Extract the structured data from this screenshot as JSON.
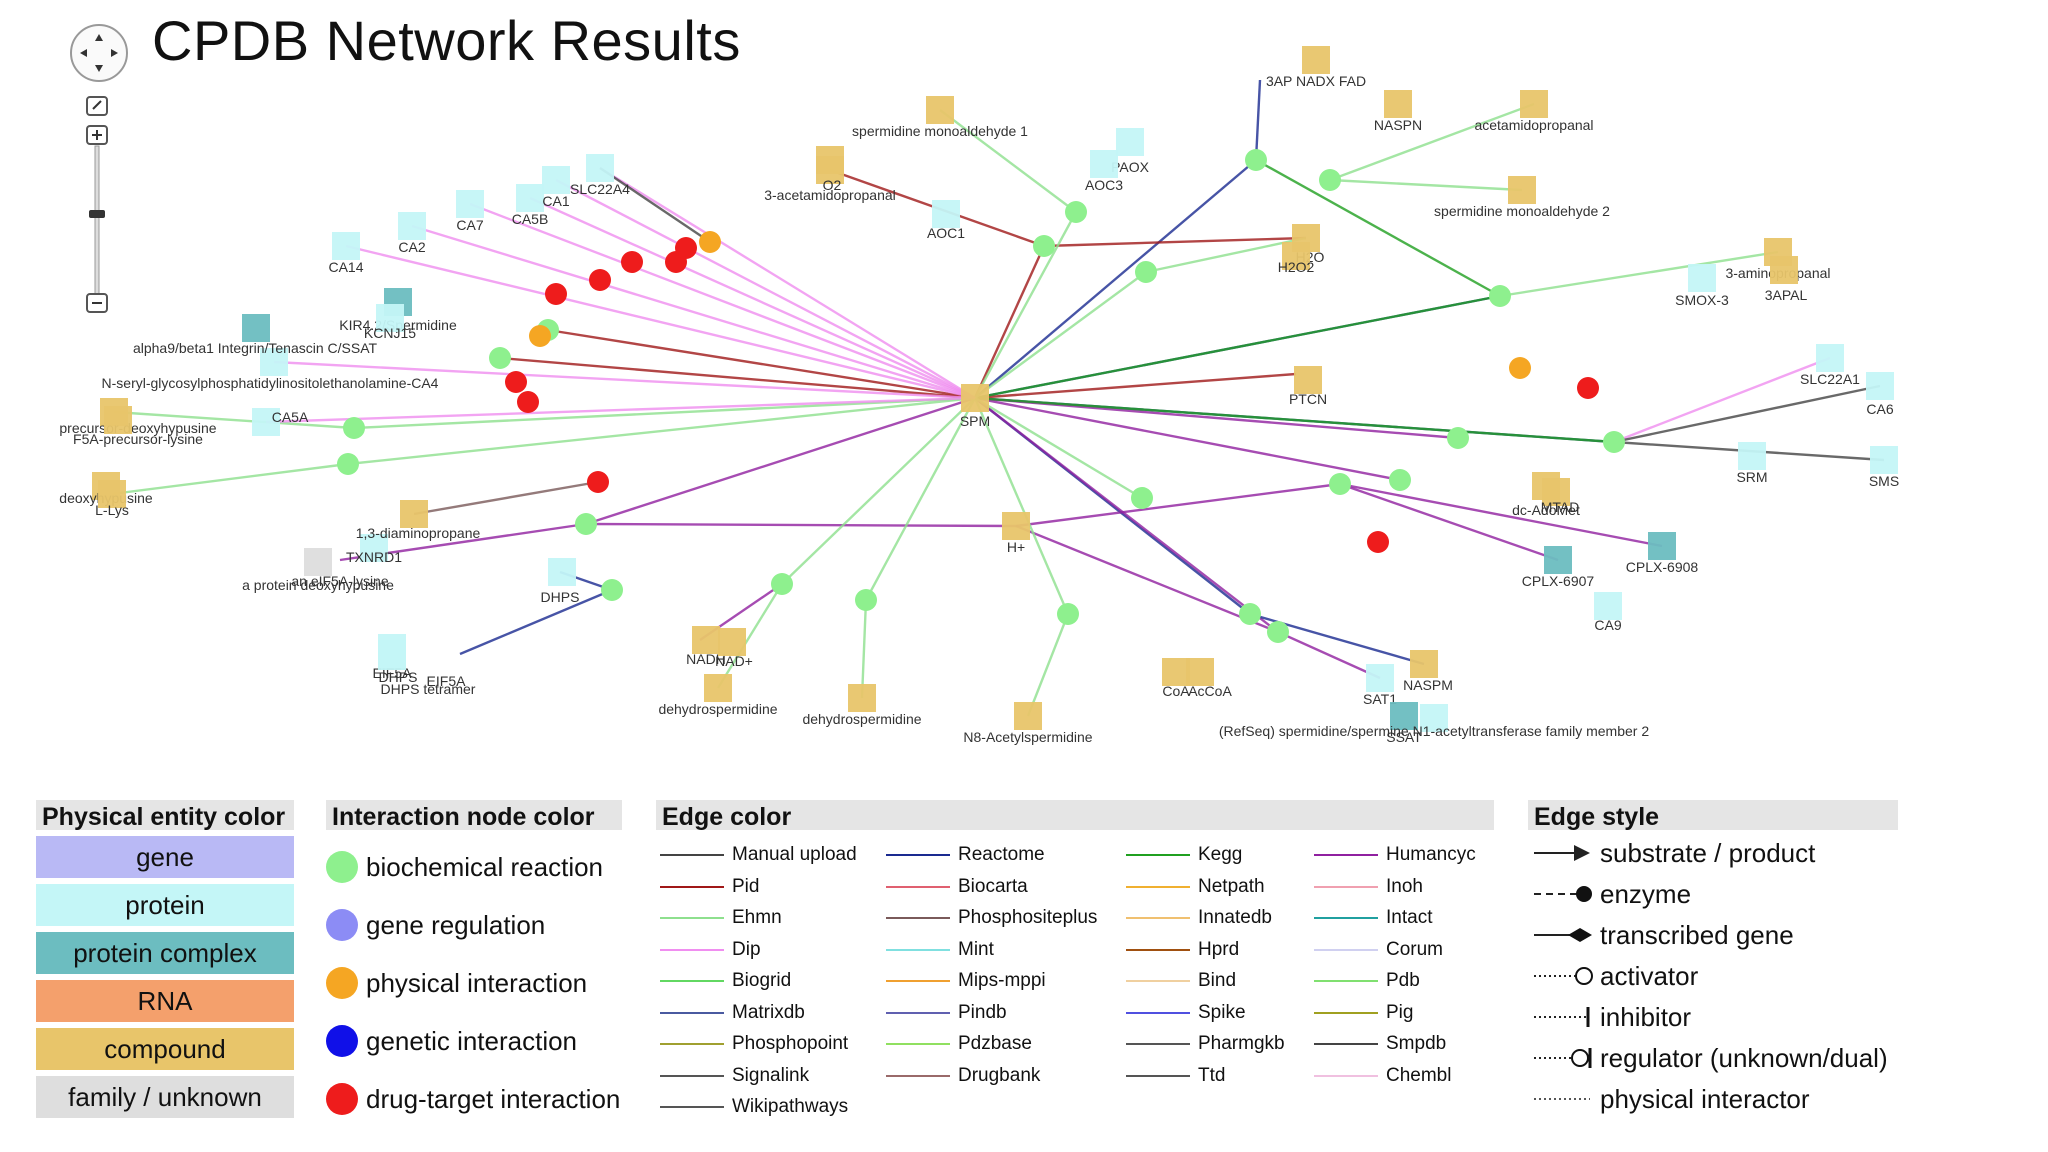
{
  "title": "CPDB Network Results",
  "controls": {
    "pan": "pan-control",
    "zoom_in": "+",
    "zoom_out": "-"
  },
  "nodes": [
    {
      "id": "spm",
      "label": "SPM",
      "type": "compound"
    },
    {
      "id": "hplus",
      "label": "H+",
      "type": "compound"
    },
    {
      "id": "naspn",
      "label": "NASPN",
      "type": "compound"
    },
    {
      "id": "acetamidopropanal",
      "label": "acetamidopropanal",
      "type": "compound"
    },
    {
      "id": "spd_mono1",
      "label": "spermidine monoaldehyde 1",
      "type": "compound"
    },
    {
      "id": "spd_mono2",
      "label": "spermidine monoaldehyde 2",
      "type": "compound"
    },
    {
      "id": "acetamidopropanal3",
      "label": "3-acetamidopropanal",
      "type": "compound"
    },
    {
      "id": "o2",
      "label": "O2",
      "type": "compound"
    },
    {
      "id": "paox",
      "label": "PAOX",
      "type": "protein"
    },
    {
      "id": "aoc3",
      "label": "AOC3",
      "type": "protein"
    },
    {
      "id": "aoc1",
      "label": "AOC1",
      "type": "protein"
    },
    {
      "id": "h2o",
      "label": "H2O",
      "type": "compound"
    },
    {
      "id": "h2o2",
      "label": "H2O2",
      "type": "compound"
    },
    {
      "id": "aminopropanal",
      "label": "3-aminopropanal",
      "type": "compound"
    },
    {
      "id": "smox3",
      "label": "SMOX-3",
      "type": "protein"
    },
    {
      "id": "apal3",
      "label": "3APAL",
      "type": "compound"
    },
    {
      "id": "ptcn",
      "label": "PTCN",
      "type": "compound"
    },
    {
      "id": "slc22a1",
      "label": "SLC22A1",
      "type": "protein"
    },
    {
      "id": "ca6",
      "label": "CA6",
      "type": "protein"
    },
    {
      "id": "srm",
      "label": "SRM",
      "type": "protein"
    },
    {
      "id": "sms",
      "label": "SMS",
      "type": "protein"
    },
    {
      "id": "dcadomet",
      "label": "dc-AdoMet",
      "type": "compound"
    },
    {
      "id": "mtad",
      "label": "MTAD",
      "type": "compound"
    },
    {
      "id": "cplx6907",
      "label": "CPLX-6907",
      "type": "protein complex"
    },
    {
      "id": "cplx6908",
      "label": "CPLX-6908",
      "type": "protein complex"
    },
    {
      "id": "ca9",
      "label": "CA9",
      "type": "protein"
    },
    {
      "id": "naspm",
      "label": "NASPM",
      "type": "compound"
    },
    {
      "id": "sat1",
      "label": "SAT1",
      "type": "protein"
    },
    {
      "id": "ssat",
      "label": "SSAT",
      "type": "protein complex"
    },
    {
      "id": "refseq",
      "label": "(RefSeq) spermidine/spermine N1-acetyltransferase family member 2",
      "type": "protein"
    },
    {
      "id": "coa",
      "label": "CoA",
      "type": "compound"
    },
    {
      "id": "acoa",
      "label": "AcCoA",
      "type": "compound"
    },
    {
      "id": "n8acetyl",
      "label": "N8-Acetylspermidine",
      "type": "compound"
    },
    {
      "id": "dehydro1",
      "label": "dehydrospermidine",
      "type": "compound"
    },
    {
      "id": "dehydro2",
      "label": "dehydrospermidine",
      "type": "compound"
    },
    {
      "id": "nadh",
      "label": "NADH",
      "type": "compound"
    },
    {
      "id": "nadplus",
      "label": "NAD+",
      "type": "compound"
    },
    {
      "id": "dhps_tetramer",
      "label": "DHPS tetramer",
      "type": "protein complex"
    },
    {
      "id": "dhps",
      "label": "DHPS",
      "type": "protein"
    },
    {
      "id": "dhps2",
      "label": "DHPS",
      "type": "protein"
    },
    {
      "id": "eif5a",
      "label": "EIF5A",
      "type": "protein"
    },
    {
      "id": "eif5a2",
      "label": "EIF5A",
      "type": "protein"
    },
    {
      "id": "txnrd1",
      "label": "TXNRD1",
      "type": "protein"
    },
    {
      "id": "protein_deoxyhyp",
      "label": "a protein deoxyhypusine",
      "type": "family / unknown"
    },
    {
      "id": "an_eif5a",
      "label": "an eIF5A-lysine",
      "type": "family / unknown"
    },
    {
      "id": "dap13",
      "label": "1,3-diaminopropane",
      "type": "compound"
    },
    {
      "id": "deoxyhypusine",
      "label": "deoxyhypusine",
      "type": "compound"
    },
    {
      "id": "llys",
      "label": "L-Lys",
      "type": "compound"
    },
    {
      "id": "precursor_deoxy",
      "label": "precursor-deoxyhypusine",
      "type": "compound"
    },
    {
      "id": "f5a_precursor",
      "label": "F5A-precursor-lysine",
      "type": "compound"
    },
    {
      "id": "ca5a",
      "label": "CA5A",
      "type": "protein"
    },
    {
      "id": "nseryl",
      "label": "N-seryl-glycosylphosphatidylinositolethanolamine-CA4",
      "type": "protein"
    },
    {
      "id": "alpha9",
      "label": "alpha9/beta1 Integrin/Tenascin C/SSAT",
      "type": "protein complex"
    },
    {
      "id": "kir42",
      "label": "KIR4.2/Spermidine",
      "type": "protein complex"
    },
    {
      "id": "kcnj15",
      "label": "KCNJ15",
      "type": "protein"
    },
    {
      "id": "ca14",
      "label": "CA14",
      "type": "protein"
    },
    {
      "id": "ca2",
      "label": "CA2",
      "type": "protein"
    },
    {
      "id": "ca7",
      "label": "CA7",
      "type": "protein"
    },
    {
      "id": "ca5b",
      "label": "CA5B",
      "type": "protein"
    },
    {
      "id": "ca1",
      "label": "CA1",
      "type": "protein"
    },
    {
      "id": "slc22a4",
      "label": "SLC22A4",
      "type": "protein"
    },
    {
      "id": "nadx",
      "label": "3AP NADX FAD",
      "type": "compound"
    }
  ],
  "legend": {
    "physical_entity": {
      "title": "Physical entity color",
      "items": [
        {
          "label": "gene",
          "color": "#b9b9f5"
        },
        {
          "label": "protein",
          "color": "#c4f6f7"
        },
        {
          "label": "protein complex",
          "color": "#6cbdc0"
        },
        {
          "label": "RNA",
          "color": "#f4a06c"
        },
        {
          "label": "compound",
          "color": "#e8c56a"
        },
        {
          "label": "family / unknown",
          "color": "#dedede"
        }
      ]
    },
    "interaction_node": {
      "title": "Interaction node color",
      "items": [
        {
          "label": "biochemical reaction",
          "color": "#8ef08e"
        },
        {
          "label": "gene regulation",
          "color": "#8c8cf5"
        },
        {
          "label": "physical interaction",
          "color": "#f5a623"
        },
        {
          "label": "genetic interaction",
          "color": "#1010e8"
        },
        {
          "label": "drug-target interaction",
          "color": "#ee1c1c"
        }
      ]
    },
    "edge_color": {
      "title": "Edge color",
      "columns": [
        [
          {
            "label": "Manual upload",
            "color": "#444444"
          },
          {
            "label": "Pid",
            "color": "#a01818"
          },
          {
            "label": "Ehmn",
            "color": "#8ee08e"
          },
          {
            "label": "Dip",
            "color": "#f08ef0"
          },
          {
            "label": "Biogrid",
            "color": "#62d862"
          },
          {
            "label": "Matrixdb",
            "color": "#4a5aa0"
          },
          {
            "label": "Phosphopoint",
            "color": "#a0a030"
          },
          {
            "label": "Signalink",
            "color": "#555555"
          },
          {
            "label": "Wikipathways",
            "color": "#555555"
          }
        ],
        [
          {
            "label": "Reactome",
            "color": "#1a2a90"
          },
          {
            "label": "Biocarta",
            "color": "#e06070"
          },
          {
            "label": "Phosphositeplus",
            "color": "#7a5a5a"
          },
          {
            "label": "Mint",
            "color": "#80e0e0"
          },
          {
            "label": "Mips-mppi",
            "color": "#f0a030"
          },
          {
            "label": "Pindb",
            "color": "#6060b0"
          },
          {
            "label": "Pdzbase",
            "color": "#90e060"
          },
          {
            "label": "Drugbank",
            "color": "#9a6a6a"
          }
        ],
        [
          {
            "label": "Kegg",
            "color": "#20a020"
          },
          {
            "label": "Netpath",
            "color": "#f0b030"
          },
          {
            "label": "Innatedb",
            "color": "#f0c070"
          },
          {
            "label": "Hprd",
            "color": "#a05010"
          },
          {
            "label": "Bind",
            "color": "#f0d0a0"
          },
          {
            "label": "Spike",
            "color": "#5050e0"
          },
          {
            "label": "Pharmgkb",
            "color": "#555555"
          },
          {
            "label": "Ttd",
            "color": "#555555"
          }
        ],
        [
          {
            "label": "Humancyc",
            "color": "#9020a0"
          },
          {
            "label": "Inoh",
            "color": "#f0a0b0"
          },
          {
            "label": "Intact",
            "color": "#20a0a0"
          },
          {
            "label": "Corum",
            "color": "#d0d0f0"
          },
          {
            "label": "Pdb",
            "color": "#80e070"
          },
          {
            "label": "Pig",
            "color": "#a0a020"
          },
          {
            "label": "Smpdb",
            "color": "#444444"
          },
          {
            "label": "Chembl",
            "color": "#f0c0e0"
          }
        ]
      ]
    },
    "edge_style": {
      "title": "Edge style",
      "items": [
        {
          "label": "substrate / product",
          "style": "solid-arrow"
        },
        {
          "label": "enzyme",
          "style": "dashed-dot"
        },
        {
          "label": "transcribed gene",
          "style": "solid-diamond"
        },
        {
          "label": "activator",
          "style": "dotted-circle"
        },
        {
          "label": "inhibitor",
          "style": "dotted-bar"
        },
        {
          "label": "regulator (unknown/dual)",
          "style": "dotted-circlebar"
        },
        {
          "label": "physical interactor",
          "style": "dotted"
        }
      ]
    }
  }
}
